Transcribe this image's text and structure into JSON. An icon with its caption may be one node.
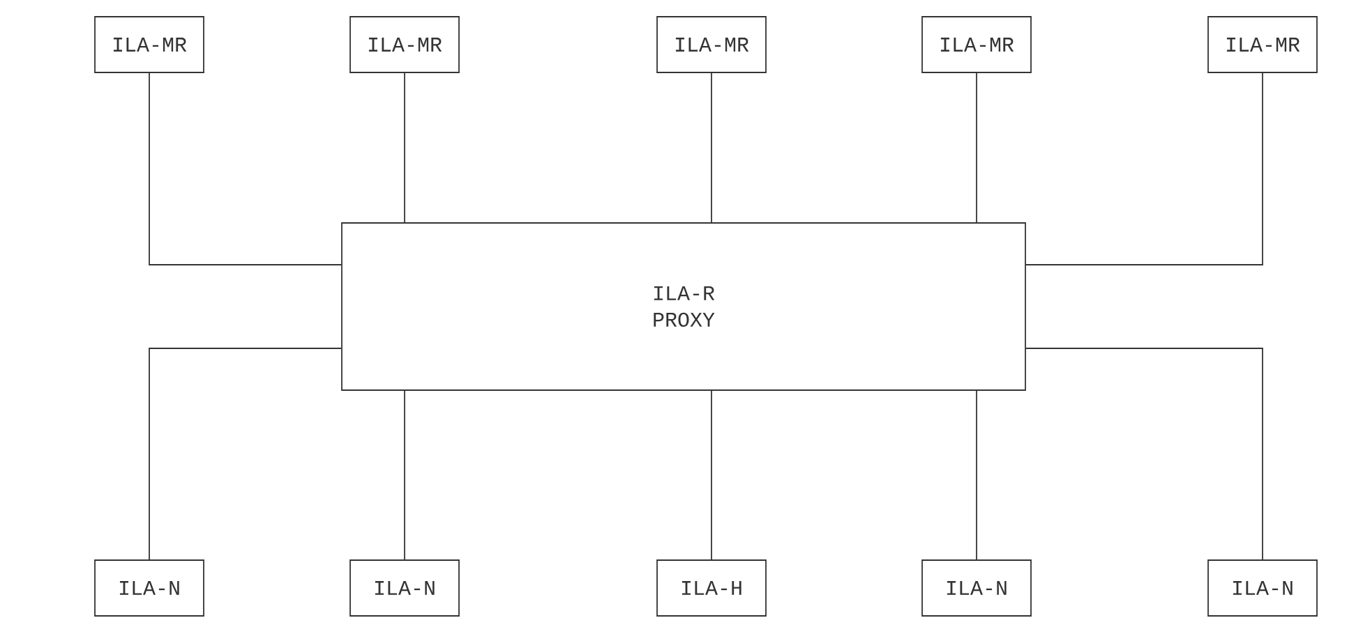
{
  "diagram": {
    "nodes": [
      {
        "text": [
          "ILA-MR"
        ]
      },
      {
        "text": [
          "ILA-MR"
        ]
      },
      {
        "text": [
          "ILA-MR"
        ]
      },
      {
        "text": [
          "ILA-MR"
        ]
      },
      {
        "text": [
          "ILA-MR"
        ]
      },
      {
        "text": [
          "ILA-R PROXY"
        ]
      },
      {
        "text": [
          "ILA-N"
        ]
      },
      {
        "text": [
          "ILA-N"
        ]
      },
      {
        "text": [
          "ILA-H"
        ]
      },
      {
        "text": [
          "ILA-N"
        ]
      },
      {
        "text": [
          "ILA-N"
        ]
      }
    ],
    "edges": [
      {
        "from": 0,
        "to": 5,
        "arrow": "none"
      },
      {
        "from": 1,
        "to": 5,
        "arrow": "none"
      },
      {
        "from": 2,
        "to": 5,
        "arrow": "none"
      },
      {
        "from": 3,
        "to": 5,
        "arrow": "none"
      },
      {
        "from": 4,
        "to": 5,
        "arrow": "none"
      },
      {
        "from": 5,
        "to": 6,
        "arrow": "none"
      },
      {
        "from": 5,
        "to": 7,
        "arrow": "none"
      },
      {
        "from": 5,
        "to": 8,
        "arrow": "none"
      },
      {
        "from": 5,
        "to": 9,
        "arrow": "none"
      },
      {
        "from": 5,
        "to": 10,
        "arrow": "none"
      }
    ]
  }
}
